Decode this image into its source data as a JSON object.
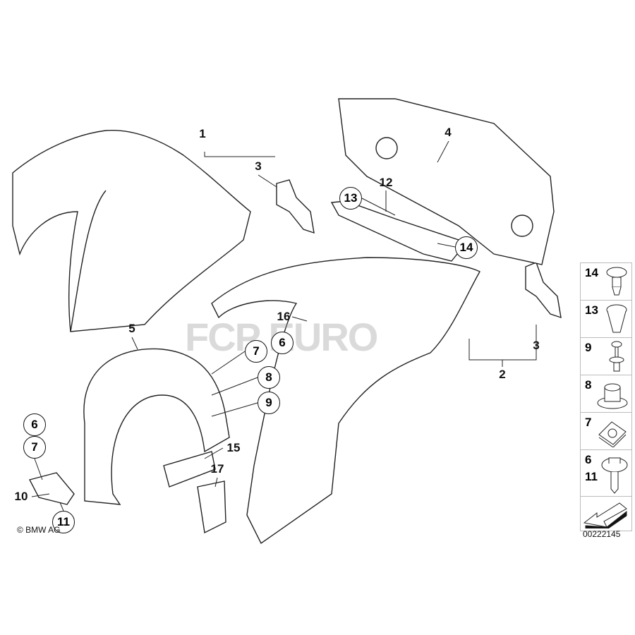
{
  "callouts": {
    "c1": "1",
    "c3a": "3",
    "c4": "4",
    "c12": "12",
    "c13": "13",
    "c14": "14",
    "c16": "16",
    "c6a": "6",
    "c7a": "7",
    "c8": "8",
    "c9": "9",
    "c5": "5",
    "c3b": "3",
    "c2": "2",
    "c6b": "6",
    "c7b": "7",
    "c10": "10",
    "c11": "11",
    "c15": "15",
    "c17": "17"
  },
  "legend": [
    {
      "label": "14",
      "icon": "push-rivet-icon"
    },
    {
      "label": "13",
      "icon": "expanding-rivet-icon"
    },
    {
      "label": "9",
      "icon": "pin-rivet-icon"
    },
    {
      "label": "8",
      "icon": "nut-icon"
    },
    {
      "label": "7",
      "icon": "clip-nut-icon"
    },
    {
      "label": "6",
      "label2": "11",
      "icon": "screw-washer-icon"
    },
    {
      "icon": "arrow-icon"
    }
  ],
  "copyright": "© BMW AG",
  "diagram_code": "00222145",
  "watermark": "FCP EURO"
}
